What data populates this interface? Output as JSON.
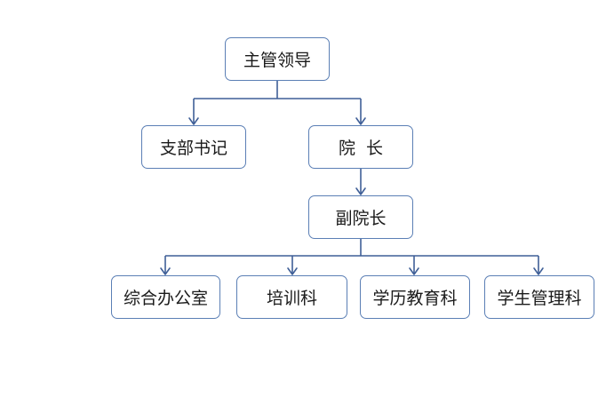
{
  "org_chart": {
    "top": "主管领导",
    "secretary": "支部书记",
    "dean": "院  长",
    "vice_dean": "副院长",
    "departments": [
      "综合办公室",
      "培训科",
      "学历教育科",
      "学生管理科"
    ]
  },
  "colors": {
    "border": "#5b7fb5",
    "connector": "#3f5f97",
    "text": "#1a1a1a",
    "background": "#ffffff"
  }
}
